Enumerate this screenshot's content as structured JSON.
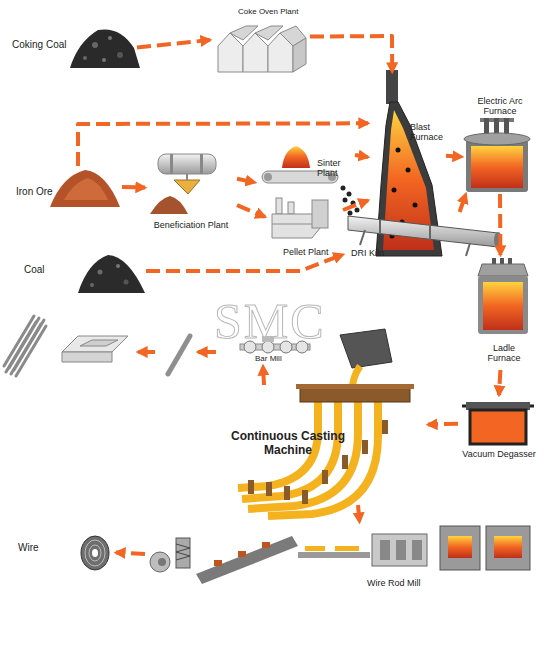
{
  "diagram": {
    "nodes": [
      {
        "text": [
          "Coking Coal"
        ]
      },
      {
        "text": [
          "Coke Oven Plant"
        ]
      },
      {
        "text": [
          "Blast Furnace"
        ]
      },
      {
        "text": [
          "Electric Arc Furnace"
        ]
      },
      {
        "text": [
          "Iron Ore"
        ]
      },
      {
        "text": [
          "Beneficiation Plant"
        ]
      },
      {
        "text": [
          "Sinter Plant"
        ]
      },
      {
        "text": [
          "Pellet Plant"
        ]
      },
      {
        "text": [
          "DRI Kiln"
        ]
      },
      {
        "text": [
          "Coal"
        ]
      },
      {
        "text": [
          "Ladle Furnace"
        ]
      },
      {
        "text": [
          "Vacuum Degasser"
        ]
      },
      {
        "text": [
          "Continuous Casting Machine"
        ]
      },
      {
        "text": [
          "Bar Mill"
        ]
      },
      {
        "text": [
          "Wire Rod Mill"
        ]
      },
      {
        "text": [
          "Wire"
        ]
      }
    ],
    "edges": [
      {
        "from": 0,
        "to": 1,
        "arrow": "to"
      },
      {
        "from": 1,
        "to": 2,
        "arrow": "to"
      },
      {
        "from": 4,
        "to": 2,
        "arrow": "to"
      },
      {
        "from": 4,
        "to": 5,
        "arrow": "to"
      },
      {
        "from": 5,
        "to": 6,
        "arrow": "to"
      },
      {
        "from": 5,
        "to": 7,
        "arrow": "to"
      },
      {
        "from": 6,
        "to": 2,
        "arrow": "to"
      },
      {
        "from": 7,
        "to": 2,
        "arrow": "to"
      },
      {
        "from": 9,
        "to": 8,
        "arrow": "to"
      },
      {
        "from": 2,
        "to": 3,
        "arrow": "to"
      },
      {
        "from": 8,
        "to": 3,
        "arrow": "to"
      },
      {
        "from": 3,
        "to": 10,
        "arrow": "to"
      },
      {
        "from": 10,
        "to": 11,
        "arrow": "to"
      },
      {
        "from": 11,
        "to": 12,
        "arrow": "to"
      },
      {
        "from": 12,
        "to": 13,
        "arrow": "to"
      },
      {
        "from": 12,
        "to": 14,
        "arrow": "to"
      },
      {
        "from": 14,
        "to": 15,
        "arrow": "to"
      }
    ],
    "labels": [
      "SMC"
    ]
  }
}
